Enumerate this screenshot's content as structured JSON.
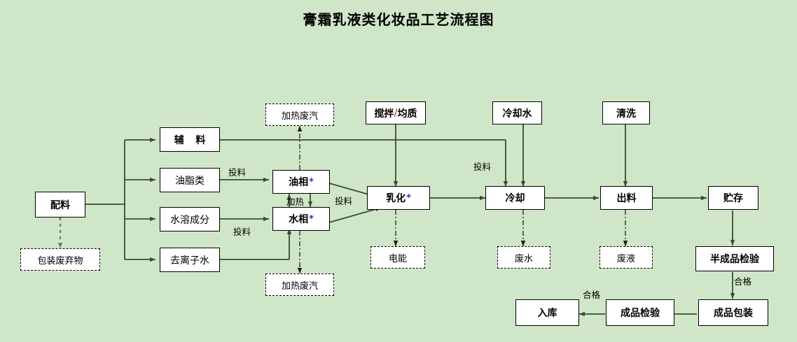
{
  "diagram": {
    "title": "膏霜乳液类化妆品工艺流程图",
    "background_color": "#cfe7c8",
    "node_fill": "#ffffff",
    "line_color": "#3a4a3a",
    "star_color": "#2b3fa0",
    "type": "process-flow-diagram"
  },
  "nodes": {
    "peiliao": "配料",
    "baozhuang_feiqiwu": "包装废弃物",
    "fuliao": "辅  料",
    "youzhilei": "油脂类",
    "shuirong_chengfen": "水溶成分",
    "qulizishui": "去离子水",
    "jiare_feiqi_top": "加热废汽",
    "jiare_feiqi_bottom": "加热废汽",
    "youxiang": "油相",
    "shuixiang": "水相",
    "jiaoban_junzhi_a": "搅拌",
    "jiaoban_junzhi_slash": "/",
    "jiaoban_junzhi_b": "均质",
    "ruhua": "乳化",
    "dianneng": "电能",
    "lengquehui": "冷却水",
    "lengque": "冷却",
    "feishui": "废水",
    "qingxi": "清洗",
    "chuliao": "出料",
    "feiye": "废液",
    "zhucun": "贮存",
    "banchengpin_jianyan": "半成品检验",
    "chengpin_baozhuang": "成品包装",
    "chengpin_jianyan": "成品检验",
    "ruku": "入库",
    "star": "*"
  },
  "edge_labels": {
    "touliao_1": "投料",
    "touliao_2": "投料",
    "touliao_3": "投料",
    "touliao_4": "投料",
    "jiare": "加热",
    "hege_1": "合格",
    "hege_2": "合格"
  }
}
